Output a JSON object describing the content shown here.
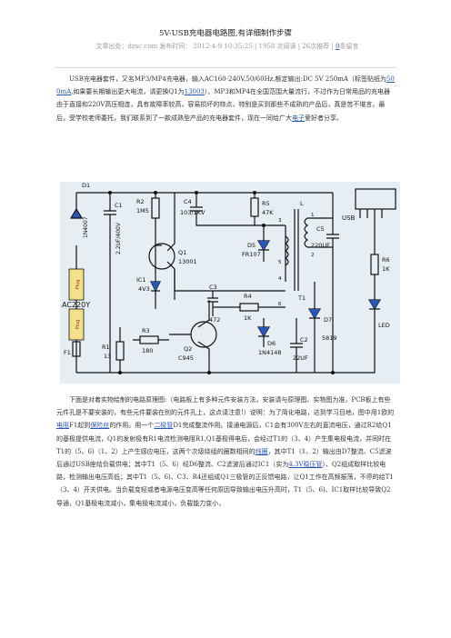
{
  "article": {
    "title": "5V-USB充电器电路图,有详细制作步骤",
    "meta_prefix": "文章出处：dzsc.com 发布时间： 2012-4-9 10:35:25 | 1958 次阅读 | 26次推荐 | ",
    "comments_count": "0",
    "comments_label": "条留言"
  },
  "paragraph1": [
    {
      "t": "USB充电器套件，又名MP3/MP4充电器，输入AC160-240V,50/60Hz,额定输出:DC 5V 250mA（标签贴纸为"
    },
    {
      "t": "500mA",
      "link": true
    },
    {
      "t": ",如果要长期输出更大电流，请更换Q1为"
    },
    {
      "t": "13003",
      "link": true
    },
    {
      "t": "）。MP3和MP4在全国范围大量流行，不过作为日常用品的充电器由于直接和220V高压相连，具有故障率较高，容易损坏的特点，特别是买到那些不成熟的产品后，真是苦不堪言。最后，受学校老师委托，我们联系到了一款成熟型产品的充电器套件，现在一同给广大"
    },
    {
      "t": "电子",
      "link": true
    },
    {
      "t": "爱好者分享。"
    }
  ],
  "paragraph2": [
    {
      "t": "下面是对着实物绘制的电路原理图:（电路板上有多种元件安装方法，安装请与原理图、实物图为准，PCB板上有些元件孔是不要安装的，有些元件要装在别的元件孔上，这点请注意!）说明：为了简化电路，达到学习目地，图中用1欧的"
    },
    {
      "t": "电阻",
      "link": true
    },
    {
      "t": "F1起到"
    },
    {
      "t": "保险丝",
      "link": true
    },
    {
      "t": "的作用。用一个"
    },
    {
      "t": "二极管",
      "link": true
    },
    {
      "t": "D1完成整流作用。接通电源后，C1会有300V左右的直流电压，通过R2给Q1的基极提供电流，Q1的发射极有R1电流检测电阻R1,Q1基极得电后，会经过T1的（3、4）产生集电极电流，并同时在T1的（5、6)（1、2）上产生感应电压，这两个次级绕组的圈数相同的"
    },
    {
      "t": "线圈",
      "link": true
    },
    {
      "t": "，其中T1（1、2）输出由D7整流、C5滤波后通过USB座给负载供电；其中T1（5、6）经D6整流、C2滤波后通过IC1（实为"
    },
    {
      "t": "4.3V稳压管",
      "link": true
    },
    {
      "t": "）、Q2组成取样比较电路，检测输出电压高低；其中T1（5、6)、C3、R4还组成Q1三极管的正反馈电路，让Q1工作在高频振荡，不停的给T1（3、4）开关供电。当负载变轻或者电源电压变高等任何原因导致输出电压升高时，T1（5、6)、IC1取样比较导致Q2导通，Q1基极电流减小，集电极电流减小，负载能力变小，"
    }
  ],
  "circuit": {
    "labels": {
      "D1": "D1",
      "D1_part": "1N4007",
      "C1": "C1",
      "C1_val": "2.2UF/400V",
      "R2": "R2",
      "R2_val": "1M5",
      "C4": "C4",
      "C4_val": "103/1KV",
      "R5": "R5",
      "R5_val": "47K",
      "Q1": "Q1",
      "Q1_part": "13001",
      "D5": "D5",
      "D5_part": "FR107",
      "IC1": "IC1",
      "IC1_val": "4V3",
      "C3": "C3",
      "C3_val": "472",
      "R4": "R4",
      "R4_val": "1K",
      "R3": "R3",
      "R3_val": "180",
      "R1": "R1",
      "R1_val": "13",
      "Q2": "Q2",
      "Q2_part": "C945",
      "D6": "D6",
      "D6_part": "1N4148",
      "C2": "C2",
      "C2_val": "22UF",
      "T1": "T1",
      "L": "L",
      "C5": "C5",
      "C5_val": "220UF",
      "D7": "D7",
      "D7_part": "5819",
      "R6": "R6",
      "R6_val": "1K",
      "LED": "LED",
      "USB": "USB",
      "AC": "AC220Y",
      "F1": "F1",
      "plug": "Plug",
      "pin1": "1",
      "pin2": "2",
      "pin3": "3",
      "pin4": "4",
      "pin5": "5",
      "pin6": "6"
    }
  }
}
